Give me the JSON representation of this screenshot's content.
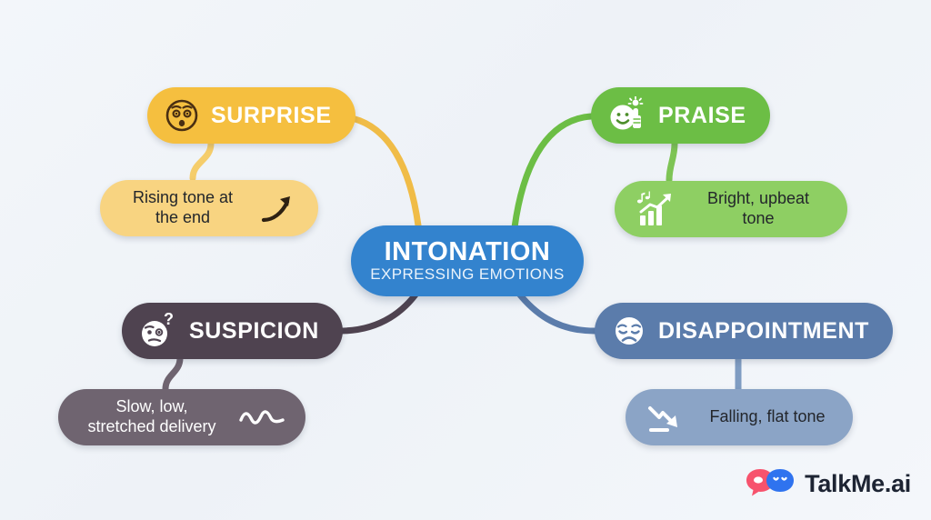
{
  "background_color": "#f1f4f8",
  "center": {
    "title": "INTONATION",
    "subtitle": "EXPRESSING EMOTIONS",
    "color": "#3383ce"
  },
  "branches": [
    {
      "id": "surprise",
      "label": "SURPRISE",
      "color": "#f5bf3f",
      "icon": "surprised-face-icon",
      "sub": {
        "label": "Rising tone at\nthe end",
        "color": "#f8d481",
        "icon": "rising-arrow-icon"
      }
    },
    {
      "id": "praise",
      "label": "PRAISE",
      "color": "#6cbe45",
      "icon": "smiling-face-thumbs-up-icon",
      "sub": {
        "label": "Bright, upbeat tone",
        "color": "#8ecf63",
        "icon": "rising-bar-chart-music-icon"
      }
    },
    {
      "id": "suspicion",
      "label": "SUSPICION",
      "color": "#4f4350",
      "icon": "skeptical-face-question-icon",
      "sub": {
        "label": "Slow, low,\nstretched delivery",
        "color": "#6f6470",
        "icon": "wavy-line-icon"
      }
    },
    {
      "id": "disappointment",
      "label": "DISAPPOINTMENT",
      "color": "#5b7cab",
      "icon": "disappointed-face-icon",
      "sub": {
        "label": "Falling, flat tone",
        "color": "#8ba4c6",
        "icon": "falling-arrow-icon"
      }
    }
  ],
  "logo": {
    "wordmark": "TalkMe.ai",
    "bubble_left_color": "#f7536d",
    "bubble_right_color": "#2f73ef"
  }
}
